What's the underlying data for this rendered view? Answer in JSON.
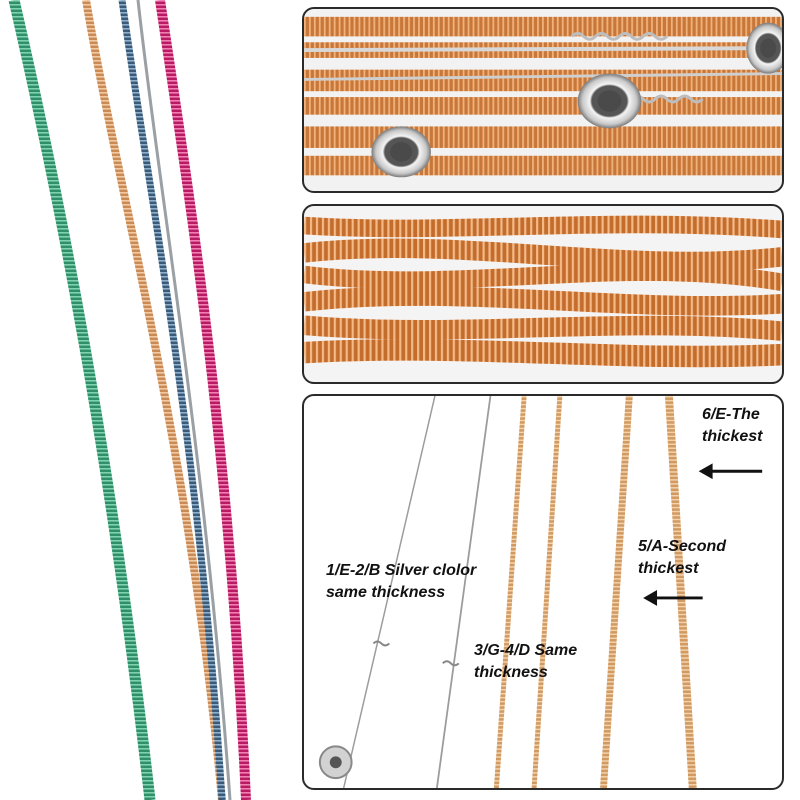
{
  "labels": {
    "silver_line1": "1/E-2/B Silver clolor",
    "silver_line2": "same thickness",
    "gd_line1": "3/G-4/D Same",
    "gd_line2": "thickness",
    "a_line1": "5/A-Second",
    "a_line2": "thickest",
    "e_line1": "6/E-The",
    "e_line2": "thickest"
  },
  "colors": {
    "green_string": "#2f8f6a",
    "copper_string": "#c98a55",
    "blue_string": "#3a5a78",
    "magenta_string": "#c0206a",
    "bronze": "#c8773a",
    "silver": "#b8bcc0",
    "panel_border": "#2a2a2a"
  },
  "icons": {
    "arrow": "left-arrow-icon",
    "ball_end": "ball-end-icon"
  }
}
